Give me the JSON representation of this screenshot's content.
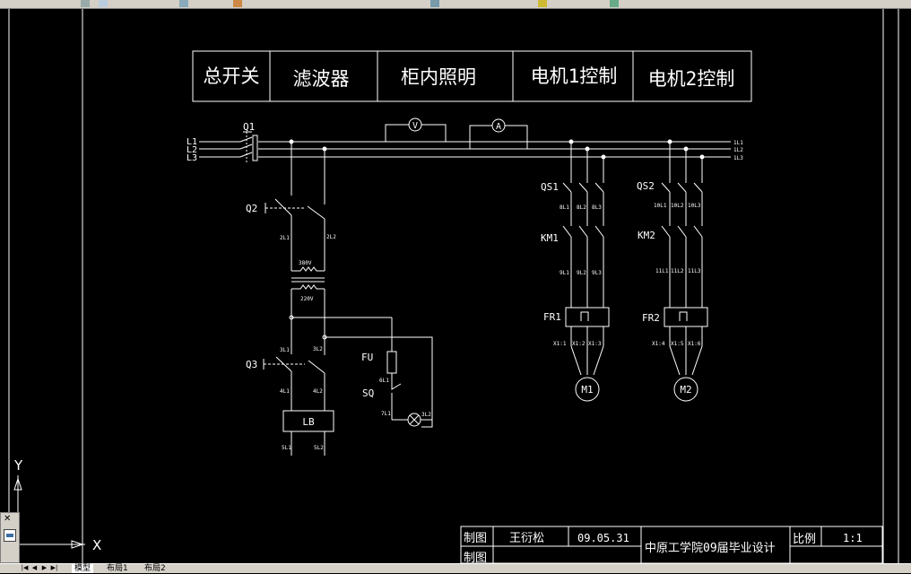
{
  "header_cells": [
    "总开关",
    "滤波器",
    "柜内照明",
    "电机1控制",
    "电机2控制"
  ],
  "labels": {
    "q1": "Q1",
    "l1": "L1",
    "l2": "L2",
    "l3": "L3",
    "voltmeter": "V",
    "ammeter": "A",
    "q2": "Q2",
    "t_2l1": "2L1",
    "t_2l2": "2L2",
    "v380": "380V",
    "v220": "220V",
    "q3": "Q3",
    "t_3l1": "3L1",
    "t_3l2": "3L2",
    "t_4l1": "4L1",
    "t_4l2": "4L2",
    "lb": "LB",
    "t_5l1": "5L1",
    "t_5l2": "5L2",
    "fu": "FU",
    "sq": "SQ",
    "t_6l1": "6L1",
    "t_7l1": "7L1",
    "t_3l2b": "3L2",
    "bus_1": "1L1",
    "bus_2": "1L2",
    "bus_3": "1L3",
    "qs1": "QS1",
    "km1": "KM1",
    "fr1": "FR1",
    "m1": "M1",
    "qs2": "QS2",
    "km2": "KM2",
    "fr2": "FR2",
    "m2": "M2",
    "t_8l1": "8L1",
    "t_8l2": "8L2",
    "t_8l3": "8L3",
    "t_9l1": "9L1",
    "t_9l2": "9L2",
    "t_9l3": "9L3",
    "t_x1": "X1:1",
    "t_x2": "X1:2",
    "t_x3": "X1:3",
    "t_10l1": "10L1",
    "t_10l2": "10L2",
    "t_10l3": "10L3",
    "t_11l1": "11L1",
    "t_11l2": "11L2",
    "t_11l3": "11L3",
    "t_x4": "X1:4",
    "t_x5": "X1:5",
    "t_x6": "X1:6",
    "ucs_y": "Y",
    "ucs_x": "X"
  },
  "title_block": {
    "drawn_by_label": "制图",
    "drawn_by_name": "王衍松",
    "date": "09.05.31",
    "school": "中原工学院09届毕业设计",
    "scale_label": "比例",
    "scale_value": "1:1",
    "row2_label": "制图"
  },
  "layout_tabs": [
    "模型",
    "布局1",
    "布局2"
  ],
  "colors": {
    "background": "#000000",
    "lines": "#ffffff",
    "ui_gray": "#d4d0c8"
  }
}
